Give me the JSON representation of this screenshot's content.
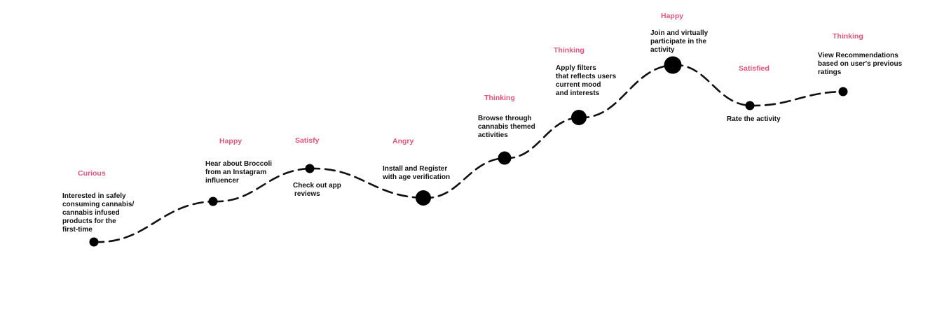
{
  "colors": {
    "emotion": "#e8527a",
    "line": "#111111",
    "dot": "#000000",
    "text": "#111111"
  },
  "journey": {
    "stages": [
      {
        "emotion": "Curious",
        "description": [
          "Interested in safely",
          "consuming cannabis/",
          "cannabis infused",
          "products for the",
          "first-time"
        ],
        "dot": "small"
      },
      {
        "emotion": "Happy",
        "description": [
          "Hear about Broccoli",
          "from an Instagram",
          "influencer"
        ],
        "dot": "small"
      },
      {
        "emotion": "Satisfy",
        "description": [
          "Check out app",
          "reviews"
        ],
        "dot": "small"
      },
      {
        "emotion": "Angry",
        "description": [
          "Install and Register",
          "with age verification"
        ],
        "dot": "large"
      },
      {
        "emotion": "Thinking",
        "description": [
          "Browse through",
          "cannabis themed",
          "activities"
        ],
        "dot": "medium"
      },
      {
        "emotion": "Thinking",
        "description": [
          "Apply filters",
          "that reflects users",
          "current mood",
          "and interests"
        ],
        "dot": "large"
      },
      {
        "emotion": "Happy",
        "description": [
          "Join and virtually",
          "participate in the",
          "activity"
        ],
        "dot": "xlarge"
      },
      {
        "emotion": "Satisfied",
        "description": [
          "Rate the activity"
        ],
        "dot": "small"
      },
      {
        "emotion": "Thinking",
        "description": [
          "View Recommendations",
          "based on user's previous",
          "ratings"
        ],
        "dot": "small"
      }
    ]
  }
}
